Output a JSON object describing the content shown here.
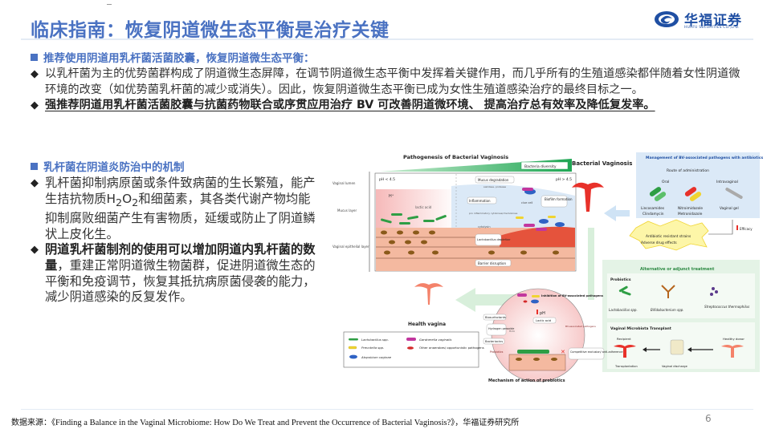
{
  "header": {
    "title": "临床指南：恢复阴道微生态平衡是治疗关键",
    "logo": {
      "name_cn": "华福证券",
      "name_en": "HUAFU SECURITIES CO.,LTD."
    }
  },
  "section1": {
    "heading": "推荐使用阴道用乳杆菌活菌胶囊，恢复阴道微生态平衡：",
    "bullets": [
      {
        "text": "以乳杆菌为主的优势菌群构成了阴道微生态屏障，在调节阴道微生态平衡中发挥着关键作用，而几乎所有的生殖道感染都伴随着女性阴道微环境的改变（如优势菌乳杆菌的减少或消失）。因此，恢复阴道微生态平衡已成为女性生殖道感染治疗的最终目标之一。"
      },
      {
        "text": "强推荐阴道用乳杆菌活菌胶囊与抗菌药物联合或序贯应用治疗 BV 可改善阴道微环境、 提高治疗总有效率及降低复发率。"
      }
    ]
  },
  "section2": {
    "heading": "乳杆菌在阴道炎防治中的机制",
    "bullets": [
      {
        "pre": "乳杆菌抑制病原菌或条件致病菌的生长繁殖，能产生拮抗物质H",
        "sub1": "2",
        "mid": "O",
        "sub2": "2",
        "post": "和细菌素，其各类代谢产物均能抑制腐败细菌产生有害物质，延缓或防止了阴道鳞状上皮化生。"
      },
      {
        "bold": "阴道乳杆菌制剂的使用可以增加阴道内乳杆菌的数量",
        "rest": "，重建正常阴道微生物菌群，促进阴道微生态的平衡和免疫调节，恢复其抵抗病原菌侵袭的能力，减少阴道感染的反复发作。"
      }
    ]
  },
  "figure": {
    "pathogenesis_title": "Pathogenesis of Bacterial Vaginosis",
    "bacteria_diversity": "Bacteria diversity",
    "layers": [
      "Vaginal lumen",
      "Mucus layer",
      "Vaginal epithelial layer"
    ],
    "ph_low": "pH < 4.5",
    "ph_high": "pH > 4.5",
    "lactic_acid": "lactic acid",
    "h_plus": "H⁺",
    "oh": "OH",
    "mucus_degradation": "Mucus degradation",
    "sialidase": "sialidase, protease",
    "inflammation": "Inflammation",
    "pro_inflammatory": "pro inflammatory cytokines/chemokines",
    "clue_cell": "clue cell",
    "biofilm": "Biofilm formation",
    "cytolysin": "cytolysin",
    "lacto_depletion": "Lactobacillus depletion",
    "barrier_disruption": "Barrier disruption",
    "bv_title": "Bacterial Vaginosis",
    "health_vagina": "Health vagina",
    "management": {
      "title": "Management of BV-associated pathogens with antibiotics",
      "route": "Route of administration",
      "oral": "Oral",
      "intravaginal": "Intravaginal",
      "drugs": [
        {
          "class": "Lincosamides",
          "name": "Clindamycin"
        },
        {
          "class": "Nitroimidazole",
          "name": "Metronidazole"
        },
        {
          "class": "Vaginal gel",
          "name": ""
        }
      ]
    },
    "resistance": [
      "Antibiotic resistant strains",
      "Adverse drug effects"
    ],
    "efficacy": "Efficacy",
    "alternative": {
      "title": "Alternative or adjunct treatment",
      "probiotics": "Probiotics",
      "strains": [
        "Lactobacillus spp.",
        "Bifidobacterium spp.",
        "Streptococcus thermophilus"
      ],
      "vmt_title": "Vaginal Microbiota Transplant",
      "recipient": "Recipient",
      "healthy_donor": "Healthy donor",
      "transplantation": "Transplantation",
      "vaginal_discharge": "Vaginal discharge"
    },
    "mechanism": {
      "title": "Mechanism of action of probiotics",
      "inhibition": "Inhibition of BV-associated pathogens",
      "ph": "pH",
      "biosurfactants": "Biosurfactants",
      "lactic_acid": "Lactic acid",
      "hydrogen_peroxide": "Hydrogen peroxide",
      "h2o2": "H₂O₂",
      "bacteriocins": "Bacteriocins",
      "probiotics": "Probiotics",
      "bv_pathogens": "BV-associated pathogens",
      "competitive": "Competitive exclusion/ anti-adherence"
    },
    "legend": [
      {
        "label": "Lactobacillus spp.",
        "color": "#2e9e44"
      },
      {
        "label": "Gardnerella vaginalis",
        "color": "#c2369e"
      },
      {
        "label": "Prevotella spp.",
        "color": "#f0d431"
      },
      {
        "label": "Other anaerobes/ opportunistic pathogens",
        "color": "#d42a2a"
      },
      {
        "label": "Atopobium vaginae",
        "color": "#2f62c4"
      }
    ]
  },
  "footer": {
    "label": "数据来源：",
    "open": "《",
    "source": "Finding a Balance in the Vaginal Microbiome: How Do We Treat and Prevent the Occurrence of Bacterial Vaginosis?",
    "close": "》，华福证券研究所",
    "page": "6"
  },
  "colors": {
    "accent": "#4a72c2",
    "logo": "#1f4fa3"
  }
}
